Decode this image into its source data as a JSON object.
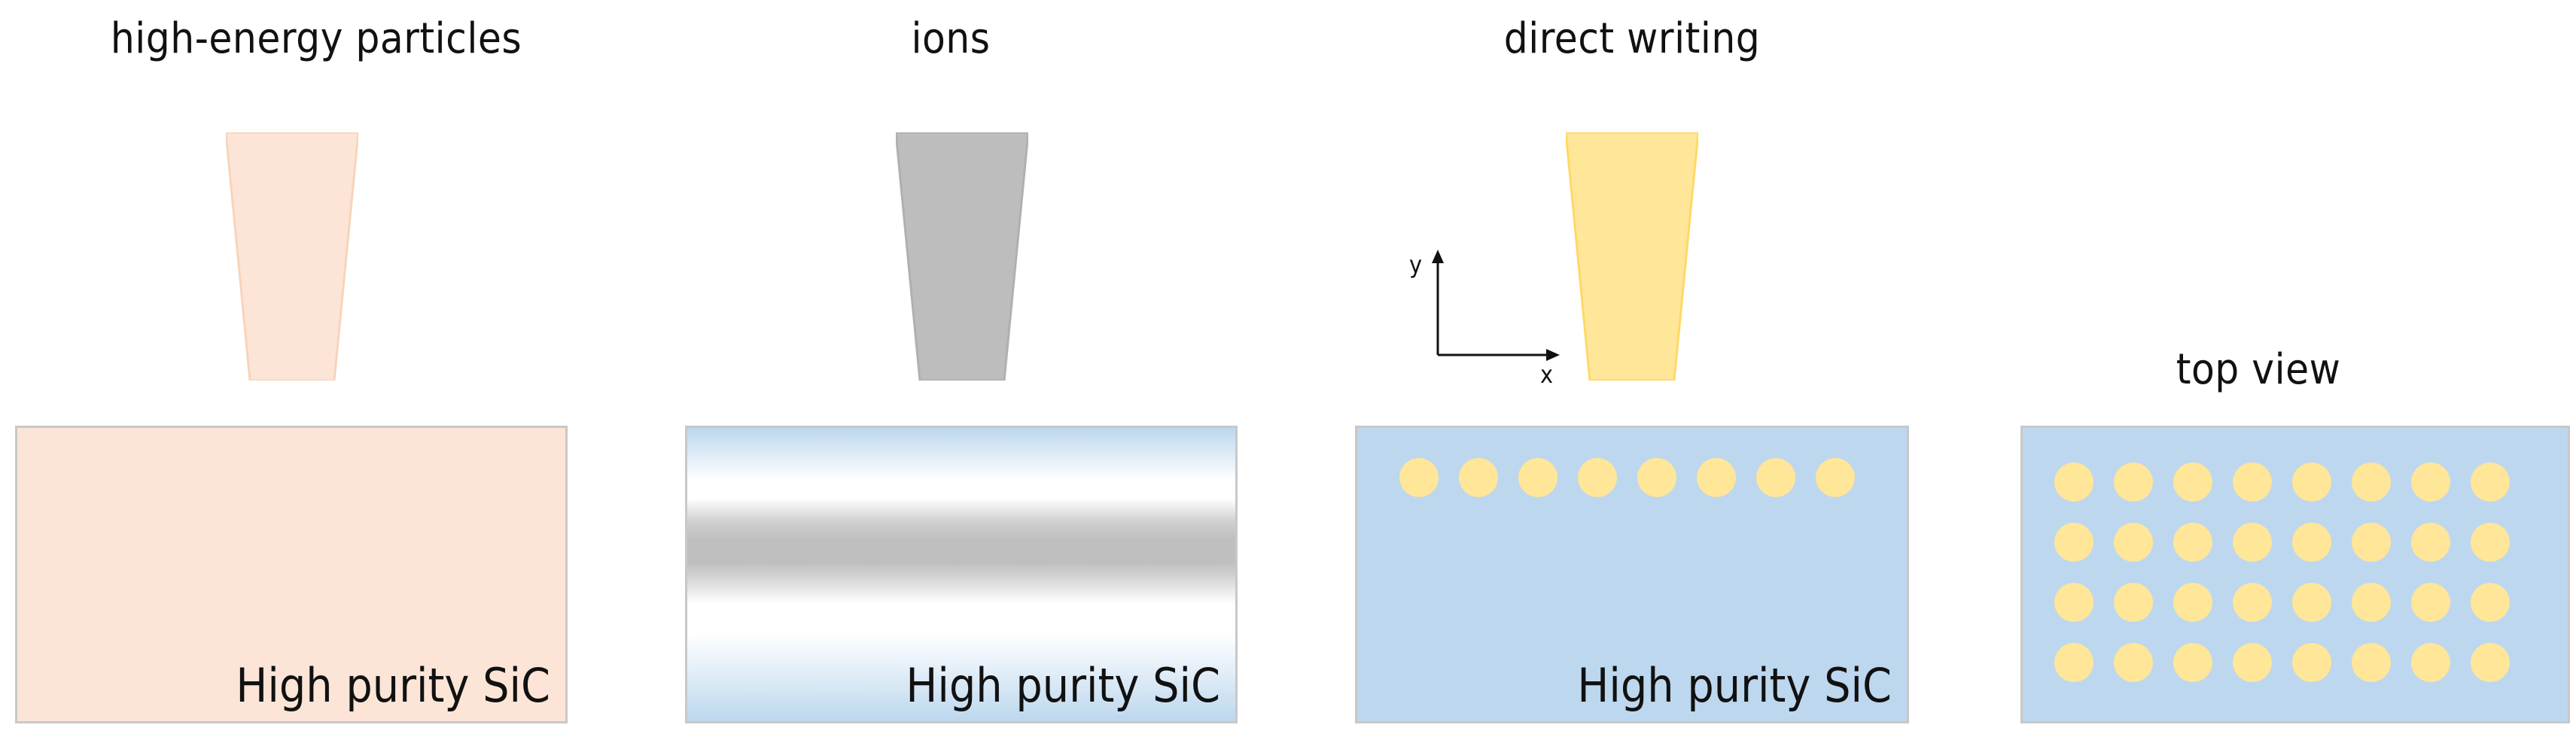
{
  "panels": [
    {
      "title": "high-energy particles",
      "material_label": "High purity SiC",
      "beam_color": "#fce5d6",
      "beam_stroke": "#f7d4bd",
      "box_fill": "#fce5d6"
    },
    {
      "title": "ions",
      "material_label": "High purity SiC",
      "beam_color": "#bdbdbd",
      "beam_stroke": "#b0b0b0",
      "box_gradient_top": "#bdd7ee",
      "box_gradient_mid": "#ffffff",
      "box_band": "#bfbfbf"
    },
    {
      "title": "direct writing",
      "material_label": "High purity SiC",
      "beam_color": "#ffe699",
      "beam_stroke": "#ffd966",
      "box_fill": "#bdd7ee",
      "dot_color": "#ffe699",
      "dot_count": 8
    },
    {
      "title": "top view",
      "box_fill": "#bdd7ee",
      "dot_color": "#ffe699",
      "dot_rows": 4,
      "dot_cols": 8
    }
  ],
  "axes": {
    "x_label": "x",
    "y_label": "y"
  }
}
